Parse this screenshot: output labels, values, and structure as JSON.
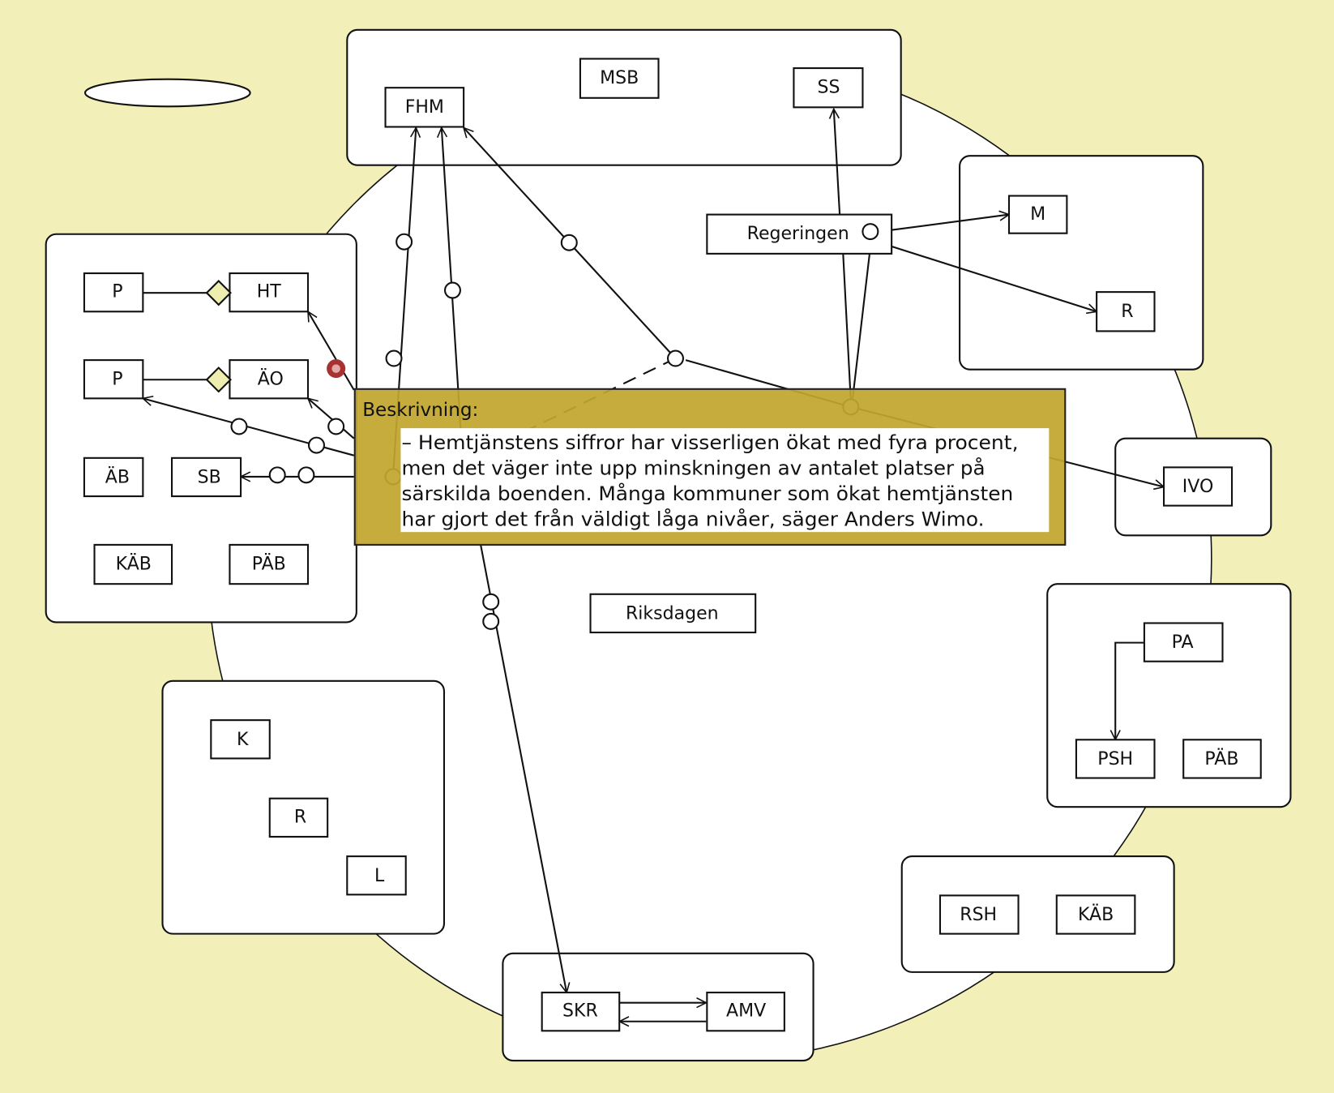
{
  "diagram": {
    "background_color": "#f2f0b8",
    "tooltip_color": "#c1a62d",
    "marker_color": "#a83232",
    "center_label": "Riksdagen",
    "hub_label": "Regeringen",
    "groups": [
      {
        "id": "top",
        "nodes": [
          "FHM",
          "MSB",
          "SS"
        ]
      },
      {
        "id": "left",
        "nodes": [
          "P",
          "HT",
          "P",
          "ÄO",
          "ÄB",
          "SB",
          "KÄB",
          "PÄB"
        ]
      },
      {
        "id": "right-top",
        "nodes": [
          "M",
          "R"
        ]
      },
      {
        "id": "right-mid",
        "nodes": [
          "IVO"
        ]
      },
      {
        "id": "right-lower",
        "nodes": [
          "PA",
          "PSH",
          "PÄB"
        ]
      },
      {
        "id": "bottom-right",
        "nodes": [
          "RSH",
          "KÄB"
        ]
      },
      {
        "id": "bottom",
        "nodes": [
          "SKR",
          "AMV"
        ]
      },
      {
        "id": "bottom-left",
        "nodes": [
          "K",
          "R",
          "L"
        ]
      }
    ]
  },
  "tooltip": {
    "title": "Beskrivning:",
    "lines": [
      "– Hemtjänstens siffror har visserligen ökat med fyra procent,",
      "men det väger inte upp minskningen av antalet platser på",
      "särskilda boenden. Många kommuner som ökat hemtjänsten",
      "har gjort det från väldigt låga nivåer, säger Anders Wimo."
    ]
  }
}
